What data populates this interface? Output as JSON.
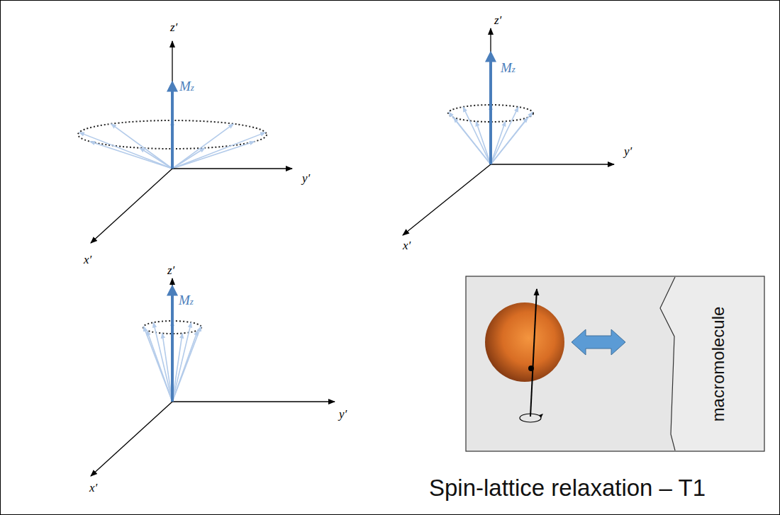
{
  "diagram": {
    "title": "Spin-lattice relaxation – T1",
    "nodes": [
      {
        "text": [
          "macromolecule"
        ]
      }
    ],
    "labels": [
      "z′",
      "y′",
      "x′",
      "Mz",
      "z′",
      "y′",
      "x′",
      "Mz",
      "z′",
      "y′",
      "x′",
      "Mz"
    ]
  }
}
